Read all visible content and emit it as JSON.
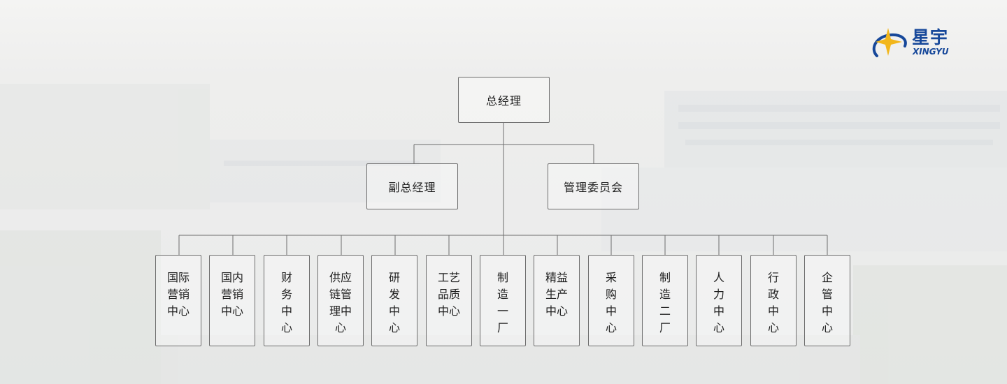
{
  "logo": {
    "name_cn": "星宇",
    "name_en": "XINGYU"
  },
  "org": {
    "top": "总经理",
    "deputy": "副总经理",
    "committee": "管理委员会",
    "departments": [
      "国际\n营销\n中心",
      "国内\n营销\n中心",
      "财\n务\n中\n心",
      "供应\n链管\n理中\n心",
      "研\n发\n中\n心",
      "工艺\n品质\n中心",
      "制\n造\n一\n厂",
      "精益\n生产\n中心",
      "采\n购\n中\n心",
      "制\n造\n二\n厂",
      "人\n力\n中\n心",
      "行\n政\n中\n心",
      "企\n管\n中\n心"
    ]
  },
  "colors": {
    "line": "#6d6d6d",
    "brand": "#17489a",
    "star": "#f2b61b"
  }
}
